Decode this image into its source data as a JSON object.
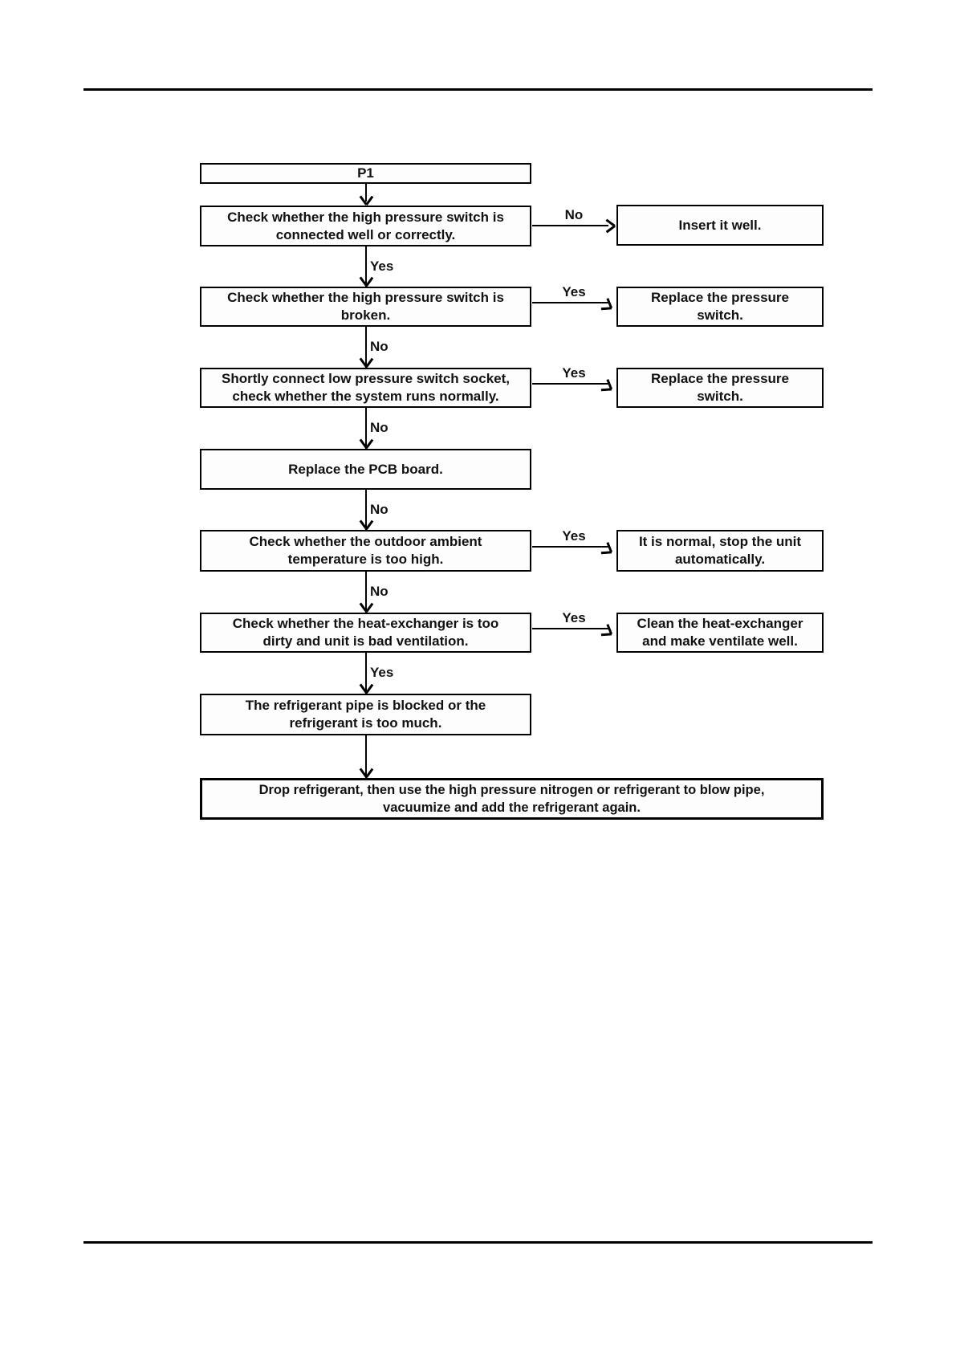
{
  "flowchart": {
    "start_label": "P1",
    "nodes": [
      {
        "text": "Check whether the high pressure switch is\nconnected well or correctly.",
        "down_label": "Yes",
        "branch_label": "No",
        "branch_text": "Insert it well."
      },
      {
        "text": "Check whether the high pressure switch is\nbroken.",
        "down_label": "No",
        "branch_label": "Yes",
        "branch_text": "Replace the pressure\nswitch."
      },
      {
        "text": "Shortly connect low pressure switch socket,\ncheck whether the system runs normally.",
        "down_label": "No",
        "branch_label": "Yes",
        "branch_text": "Replace the pressure\nswitch."
      },
      {
        "text": "Replace the PCB board.",
        "down_label": "No"
      },
      {
        "text": "Check whether the outdoor ambient\ntemperature is too high.",
        "down_label": "No",
        "branch_label": "Yes",
        "branch_text": "It is normal, stop the unit\nautomatically."
      },
      {
        "text": "Check whether the heat-exchanger is too\ndirty and unit is bad ventilation.",
        "down_label": "Yes",
        "branch_label": "Yes",
        "branch_text": "Clean the heat-exchanger\nand make ventilate well."
      },
      {
        "text": "The refrigerant pipe is blocked or the\nrefrigerant is too much."
      },
      {
        "text": "Drop refrigerant, then use the high pressure nitrogen or refrigerant to blow pipe,\nvacuumize and add the refrigerant again."
      }
    ],
    "colors": {
      "line": "#000000",
      "box_fill": "#fdfdfd",
      "text": "#111111",
      "page_background": "#ffffff"
    }
  }
}
